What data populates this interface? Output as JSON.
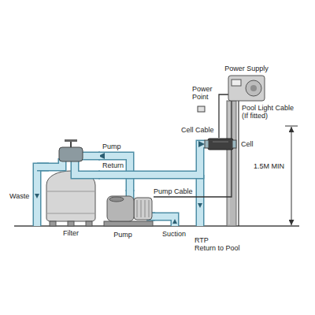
{
  "diagram": {
    "nodes": [
      {
        "text": [
          "Power Supply"
        ]
      },
      {
        "text": [
          "Cell"
        ]
      },
      {
        "text": [
          "Filter"
        ]
      },
      {
        "text": [
          "Pump"
        ]
      }
    ],
    "edges": [
      {
        "from": 3,
        "to": 2,
        "arrow": "to"
      },
      {
        "from": 2,
        "to": 1,
        "arrow": "to"
      },
      {
        "from": 1,
        "to": 0,
        "label": "Cell Cable",
        "arrow": "none"
      },
      {
        "from": 3,
        "to": 0,
        "label": "Pump Cable",
        "arrow": "none"
      }
    ],
    "labels": [
      "Power Point",
      "Pool Light Cable (If fitted)",
      "Pump",
      "Return",
      "Waste",
      "Suction",
      "RTP",
      "Return to Pool",
      "1.5M MIN"
    ]
  }
}
